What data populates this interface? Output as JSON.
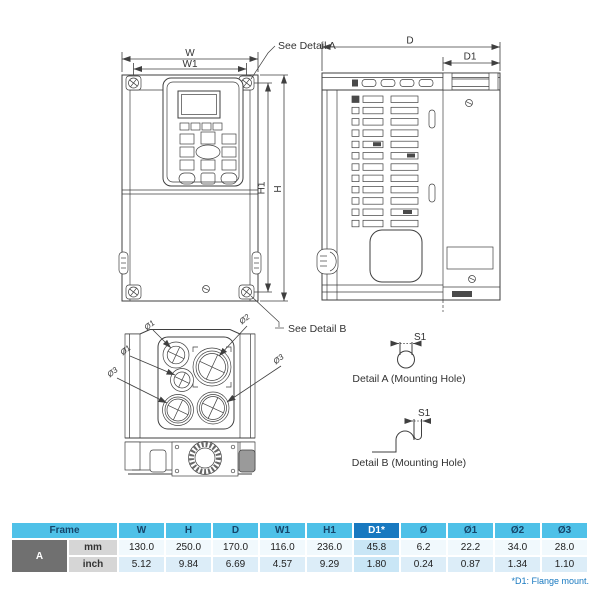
{
  "drawing": {
    "labels": {
      "see_detail_a": "See Detail A",
      "see_detail_b": "See Detail B",
      "w": "W",
      "w1": "W1",
      "h": "H",
      "h1": "H1",
      "d": "D",
      "d1": "D1",
      "s1": "S1",
      "phi1": "Ø1",
      "phi2": "Ø2",
      "phi3": "Ø3",
      "detail_a_caption": "Detail A (Mounting Hole)",
      "detail_b_caption": "Detail B (Mounting Hole)"
    }
  },
  "table": {
    "headers": [
      "Frame",
      "W",
      "H",
      "D",
      "W1",
      "H1",
      "D1*",
      "Ø",
      "Ø1",
      "Ø2",
      "Ø3"
    ],
    "frame_label": "A",
    "rows": [
      {
        "unit": "mm",
        "values": [
          "130.0",
          "250.0",
          "170.0",
          "116.0",
          "236.0",
          "45.8",
          "6.2",
          "22.2",
          "34.0",
          "28.0"
        ]
      },
      {
        "unit": "inch",
        "values": [
          "5.12",
          "9.84",
          "6.69",
          "4.57",
          "9.29",
          "1.80",
          "0.24",
          "0.87",
          "1.34",
          "1.10"
        ]
      }
    ],
    "footnote": "*D1: Flange mount.",
    "colors": {
      "header_bg": "#4fc1e8",
      "header_text": "#16466b",
      "d1_header_bg": "#1879c0",
      "frame_cell_bg": "#707070",
      "unit_cell_bg": "#d6d6d6",
      "row_mm_bg": "#f1f9fd",
      "row_inch_bg": "#dcedf8",
      "d1_col_bg": "#c9e6f6",
      "footnote_text": "#1879c0",
      "line_color": "#3f3f3f"
    }
  }
}
